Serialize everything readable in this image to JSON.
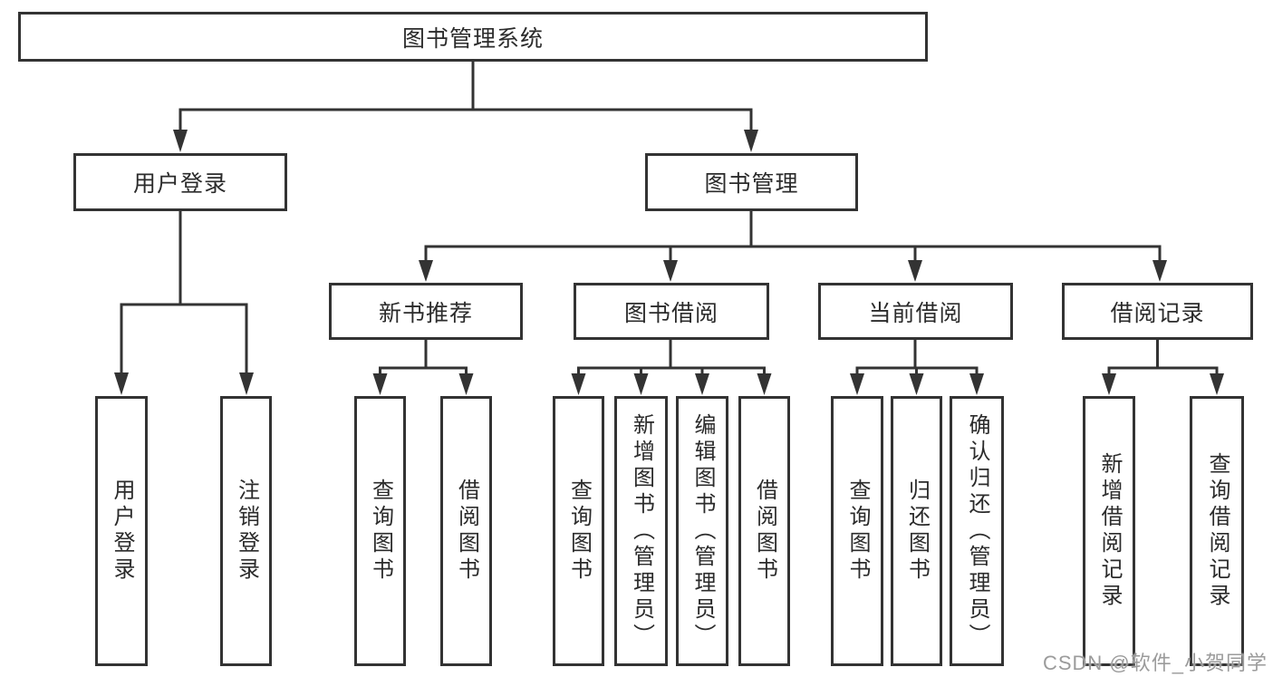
{
  "tree": {
    "root": {
      "label": "图书管理系统",
      "children": [
        {
          "label": "用户登录",
          "children": [
            {
              "label": "用户登录"
            },
            {
              "label": "注销登录"
            }
          ]
        },
        {
          "label": "图书管理",
          "children": [
            {
              "label": "新书推荐",
              "children": [
                {
                  "label": "查询图书"
                },
                {
                  "label": "借阅图书"
                }
              ]
            },
            {
              "label": "图书借阅",
              "children": [
                {
                  "label": "查询图书"
                },
                {
                  "label": "新增图书（管理员）"
                },
                {
                  "label": "编辑图书（管理员）"
                },
                {
                  "label": "借阅图书"
                }
              ]
            },
            {
              "label": "当前借阅",
              "children": [
                {
                  "label": "查询图书"
                },
                {
                  "label": "归还图书"
                },
                {
                  "label": "确认归还（管理员）"
                }
              ]
            },
            {
              "label": "借阅记录",
              "children": [
                {
                  "label": "新增借阅记录"
                },
                {
                  "label": "查询借阅记录"
                }
              ]
            }
          ]
        }
      ]
    }
  },
  "watermark": {
    "text": "CSDN @软件_小贺同学",
    "color": "#9b9b9b"
  },
  "colors": {
    "line": "#333333",
    "text": "#2b2b2b",
    "background": "#ffffff"
  }
}
